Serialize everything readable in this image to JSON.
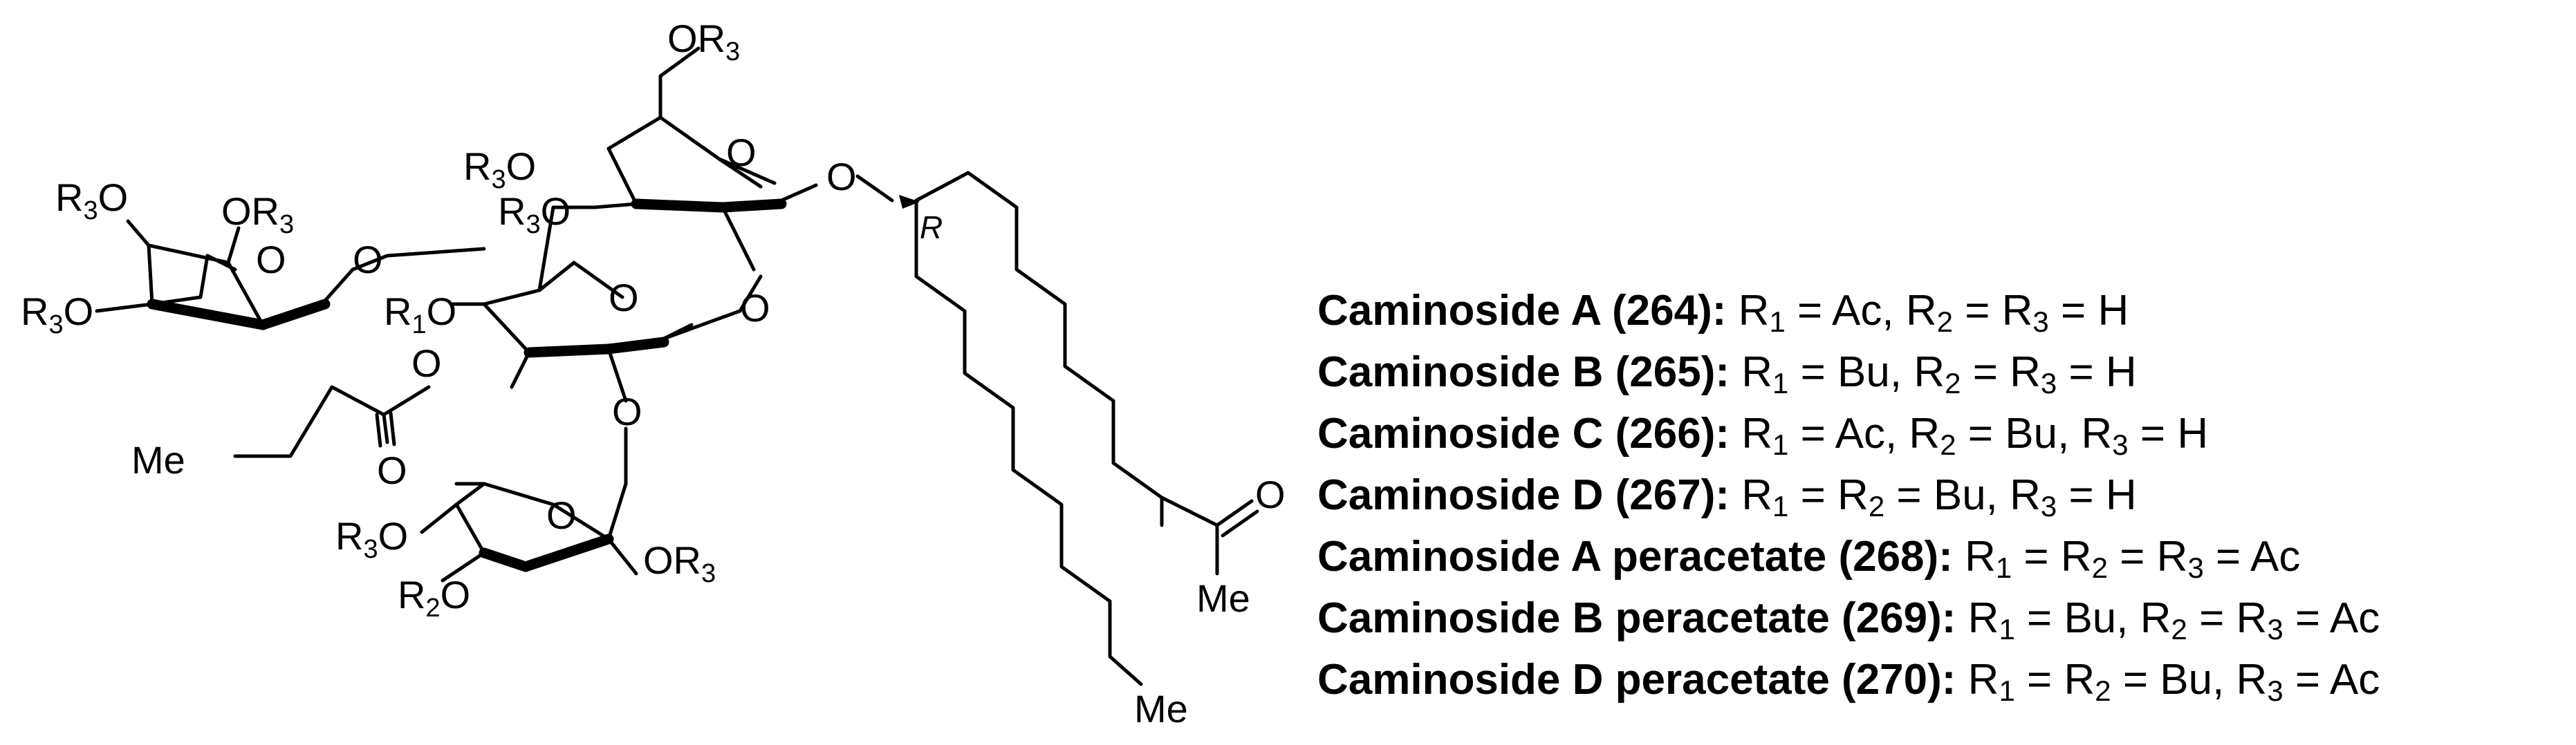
{
  "structure": {
    "labels": {
      "or3_top": "OR3",
      "r3o_mid": "R3O",
      "r3o_mid2": "R3O",
      "o_glc_ring": "O",
      "o_glyc": "O",
      "stereo_r": "R",
      "r3o_fuc": "R3O",
      "or3_fuc": "OR3",
      "o_fuc_ring": "O",
      "o_link": "O",
      "r3o_fuc2": "R3O",
      "r1o": "R1O",
      "o_center_ring": "O",
      "o_center_link": "O",
      "o_ester": "O",
      "o_carbonyl": "O",
      "me_ester": "Me",
      "o_lower_link": "O",
      "o_lower_ring": "O",
      "r3o_lower": "R3O",
      "or3_lower": "OR3",
      "r2o_lower": "R2O",
      "o_ketone": "O",
      "me_ketone": "Me",
      "me_chain": "Me"
    }
  },
  "legend": [
    {
      "name": "Caminoside A (264):",
      "desc": "R1 = Ac, R2 = R3 = H"
    },
    {
      "name": "Caminoside B (265):",
      "desc": "R1 = Bu, R2 = R3 = H"
    },
    {
      "name": "Caminoside C (266):",
      "desc": "R1 = Ac, R2 = Bu, R3 = H"
    },
    {
      "name": "Caminoside D (267):",
      "desc": "R1 = R2 = Bu, R3 = H"
    },
    {
      "name": "Caminoside A peracetate (268):",
      "desc": "R1 = R2 = R3 = Ac"
    },
    {
      "name": "Caminoside B peracetate (269):",
      "desc": "R1 = Bu, R2 = R3 = Ac"
    },
    {
      "name": "Caminoside D peracetate (270):",
      "desc": "R1 = R2 = Bu, R3 = Ac"
    }
  ]
}
